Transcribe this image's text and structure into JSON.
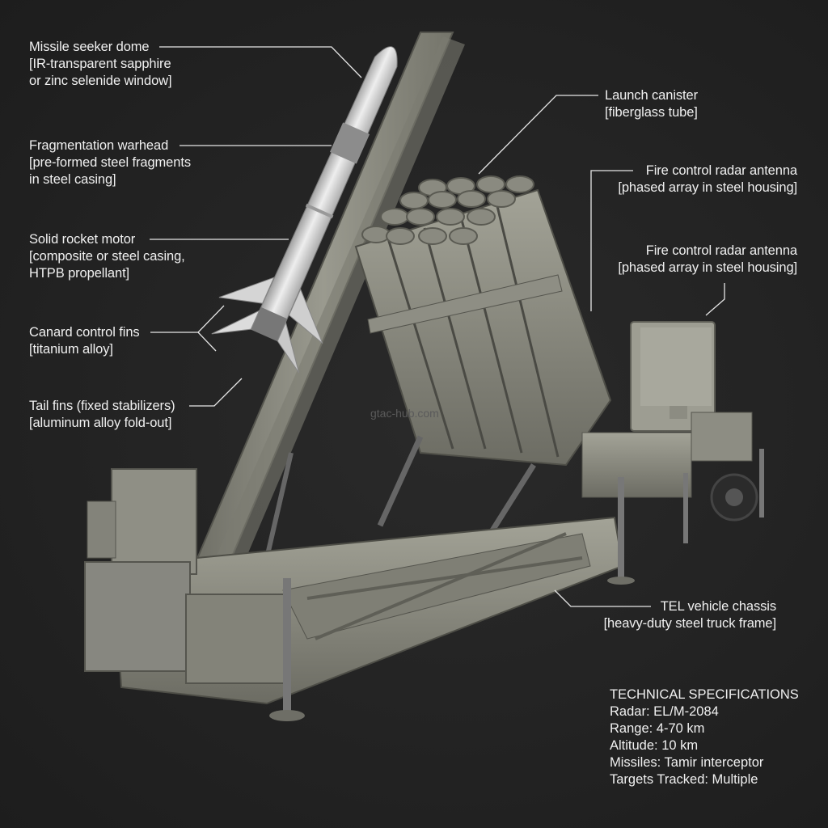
{
  "diagram": {
    "subject": "missile launcher with interceptor, launch canisters, radar trailer and TEL chassis",
    "colors": {
      "background": "#222222",
      "text": "#f0f0f0",
      "leader_line": "#e6e6e6",
      "missile_body": "#d9d9d9",
      "launcher_olive": "#8a8a7e",
      "watermark": "#5a5a5a"
    }
  },
  "callouts": [
    {
      "id": "seeker-dome",
      "title": "Missile seeker dome",
      "lines": [
        "[IR-transparent sapphire",
        "or zinc selenide window]"
      ]
    },
    {
      "id": "warhead",
      "title": "Fragmentation warhead",
      "lines": [
        "[pre-formed steel fragments",
        "in steel casing]"
      ]
    },
    {
      "id": "rocket-motor",
      "title": "Solid rocket motor",
      "lines": [
        "[composite or steel casing,",
        "HTPB propellant]"
      ]
    },
    {
      "id": "canard-fins",
      "title": "Canard control fins",
      "lines": [
        "[titanium alloy]"
      ]
    },
    {
      "id": "tail-fins",
      "title": "Tail fins (fixed stabilizers)",
      "lines": [
        "[aluminum alloy fold-out]"
      ]
    },
    {
      "id": "launch-canister",
      "title": "Launch canister",
      "lines": [
        "[fiberglass tube]"
      ]
    },
    {
      "id": "radar-antenna-1",
      "title": "Fire control radar antenna",
      "lines": [
        "[phased array in steel housing]"
      ]
    },
    {
      "id": "radar-antenna-2",
      "title": "Fire control radar antenna",
      "lines": [
        "[phased array in steel housing]"
      ]
    },
    {
      "id": "tel-chassis",
      "title": "TEL vehicle chassis",
      "lines": [
        "[heavy-duty steel truck frame]"
      ]
    }
  ],
  "specs": {
    "heading": "TECHNICAL SPECIFICATIONS",
    "rows": [
      "Radar: EL/M-2084",
      "Range: 4-70 km",
      "Altitude: 10 km",
      "Missiles: Tamir interceptor",
      "Targets Tracked: Multiple"
    ]
  },
  "watermark": "gtac-hub.com"
}
